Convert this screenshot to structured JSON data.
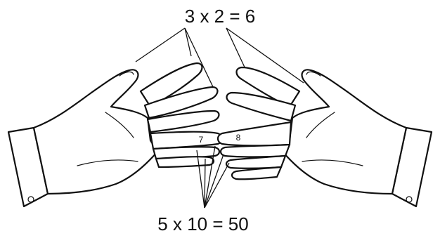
{
  "top_equation": "3 x 2 = 6",
  "bottom_equation": "5 x 10 = 50",
  "left_finger_label": "7",
  "right_finger_label": "8",
  "colors": {
    "ink": "#111111",
    "background": "#ffffff"
  }
}
